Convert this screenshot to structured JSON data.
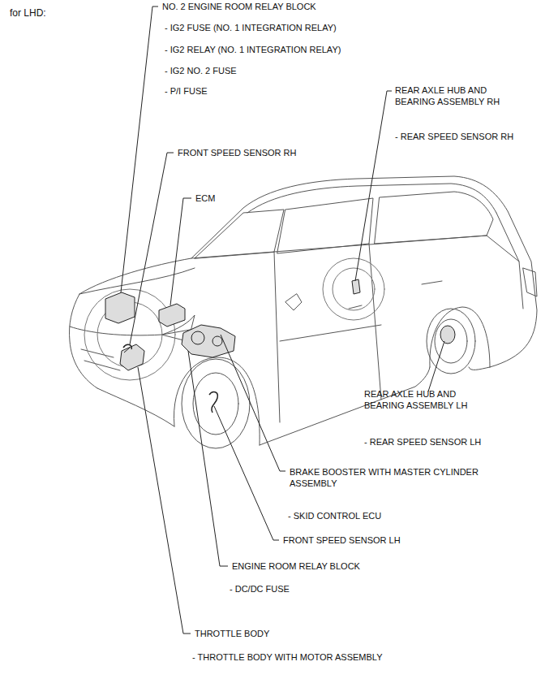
{
  "diagram": {
    "title": "for LHD:",
    "labels": [
      "NO. 2 ENGINE ROOM RELAY BLOCK",
      "- IG2 FUSE (NO. 1 INTEGRATION RELAY)",
      "- IG2 RELAY (NO. 1 INTEGRATION RELAY)",
      "- IG2 NO. 2 FUSE",
      "- P/I FUSE",
      "FRONT SPEED SENSOR RH",
      "ECM",
      "REAR AXLE HUB AND BEARING ASSEMBLY RH",
      "- REAR SPEED SENSOR RH",
      "REAR AXLE HUB AND BEARING ASSEMBLY LH",
      "- REAR SPEED SENSOR LH",
      "BRAKE BOOSTER WITH MASTER CYLINDER ASSEMBLY",
      "- SKID CONTROL ECU",
      "FRONT SPEED SENSOR LH",
      "ENGINE ROOM RELAY BLOCK",
      "- DC/DC FUSE",
      "THROTTLE BODY",
      "- THROTTLE BODY WITH MOTOR ASSEMBLY"
    ]
  }
}
